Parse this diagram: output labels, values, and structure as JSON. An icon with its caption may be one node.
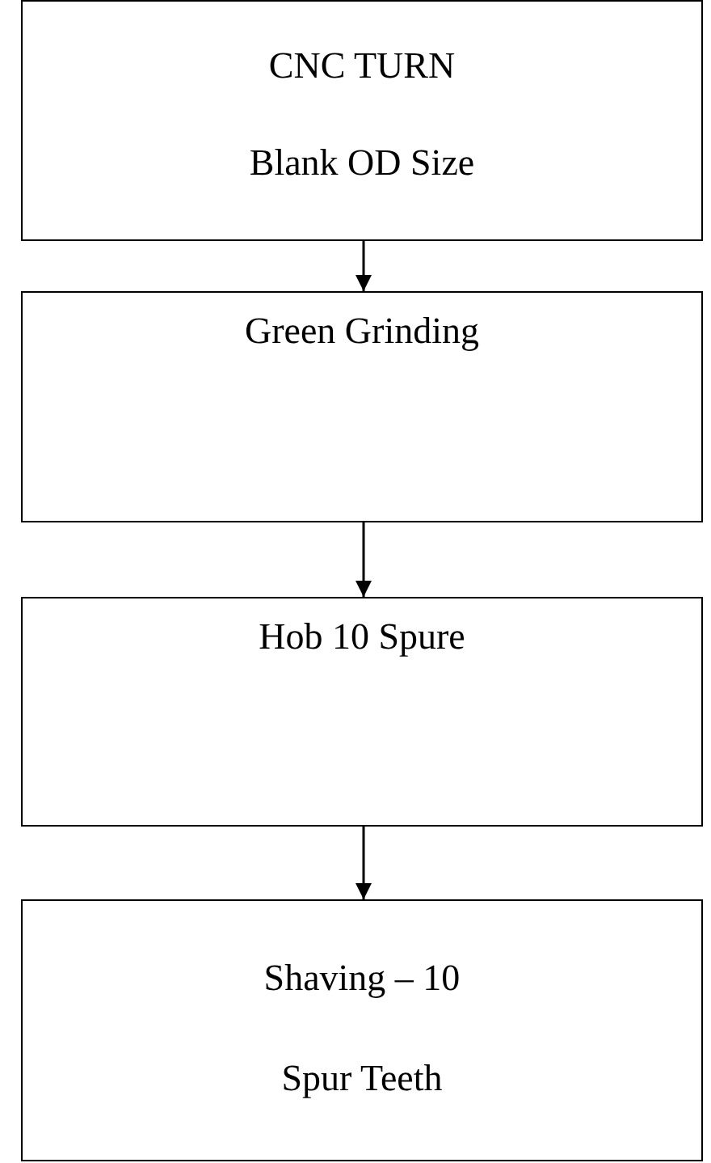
{
  "diagram": {
    "nodes": [
      {
        "text": [
          "CNC TURN",
          "Blank OD Size"
        ]
      },
      {
        "text": [
          "Green Grinding"
        ]
      },
      {
        "text": [
          "Hob 10 Spure"
        ]
      },
      {
        "text": [
          "Shaving – 10",
          "Spur Teeth"
        ]
      }
    ],
    "edges": [
      {
        "from": 0,
        "to": 1,
        "arrow": "to"
      },
      {
        "from": 1,
        "to": 2,
        "arrow": "to"
      },
      {
        "from": 2,
        "to": 3,
        "arrow": "to"
      }
    ]
  }
}
